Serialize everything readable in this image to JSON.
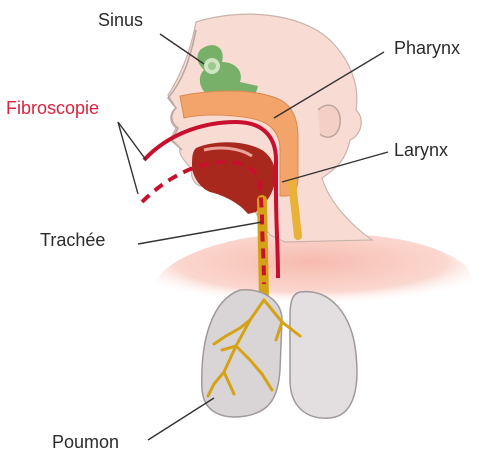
{
  "labels": {
    "sinus": "Sinus",
    "pharynx": "Pharynx",
    "fibroscopie": "Fibroscopie",
    "larynx": "Larynx",
    "trachee": "Trachée",
    "poumon": "Poumon"
  },
  "colors": {
    "fibroscope": "#c8102e",
    "fibroscopie_label": "#d8243c",
    "skin": "#f8dcd4",
    "skin_outline": "#c9b3aa",
    "airway": "#f2a46a",
    "sinus": "#78b06a",
    "bronchi": "#d6a215",
    "lung": "#d9d4d6",
    "mouth": "#a8281e",
    "label_text": "#2b2b2b",
    "leader_line": "#333333"
  }
}
